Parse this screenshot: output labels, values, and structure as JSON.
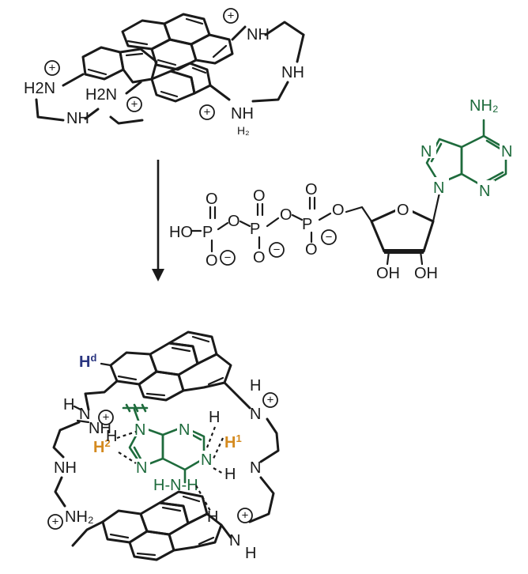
{
  "reactant_cage": {
    "amine_labels": [
      "H2N",
      "NH",
      "H2N",
      "NH",
      "NH",
      "NH2"
    ],
    "charge_symbol": "+"
  },
  "atp": {
    "phosphate_labels": [
      "HO",
      "P",
      "O",
      "P",
      "O",
      "P",
      "O"
    ],
    "oxo_label": "O",
    "anion_symbol": "−",
    "hydroxyl_labels": [
      "OH",
      "OH"
    ],
    "ring_oxygen": "O",
    "adenine": {
      "amine": "NH2",
      "ring_n": "N"
    }
  },
  "complex": {
    "proton_labels": {
      "hd": "H",
      "hd_sup": "d",
      "h1": "H",
      "h1_sup": "1",
      "h2": "H",
      "h2_sup": "2"
    },
    "amine_labels": [
      "N",
      "NH",
      "NH",
      "N",
      "N",
      "N",
      "NH2",
      "N"
    ],
    "h_label": "H",
    "adenine_n": "N",
    "adenine_nh": "H-N-H"
  },
  "colors": {
    "black": "#1a1a1a",
    "adenine_green": "#1e6b3c",
    "hd_blue": "#2a3580",
    "proton_gold": "#d48a1f"
  }
}
